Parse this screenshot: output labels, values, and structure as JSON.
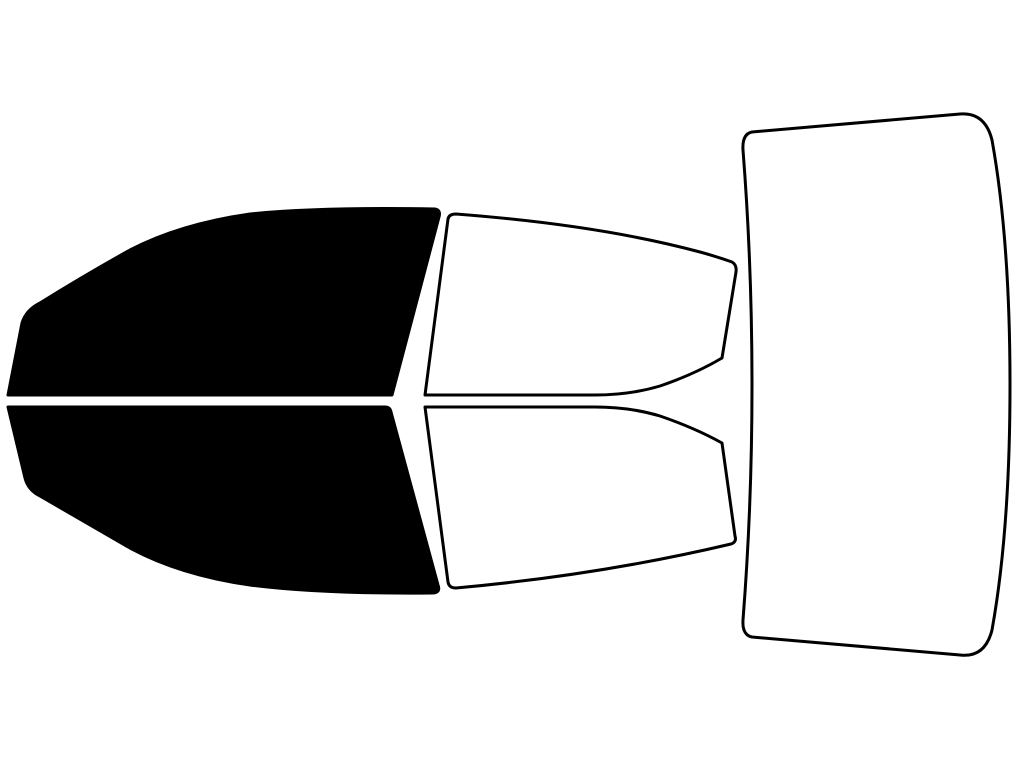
{
  "diagram": {
    "stroke_color": "#000000",
    "background_color": "#ffffff",
    "panes": [
      {
        "id": "front-upper-window",
        "fill": "#000000",
        "tinted": true
      },
      {
        "id": "front-lower-window",
        "fill": "#000000",
        "tinted": true
      },
      {
        "id": "rear-upper-window",
        "fill": "#ffffff",
        "tinted": false
      },
      {
        "id": "rear-lower-window",
        "fill": "#ffffff",
        "tinted": false
      },
      {
        "id": "back-windshield",
        "fill": "#ffffff",
        "tinted": false
      }
    ]
  }
}
